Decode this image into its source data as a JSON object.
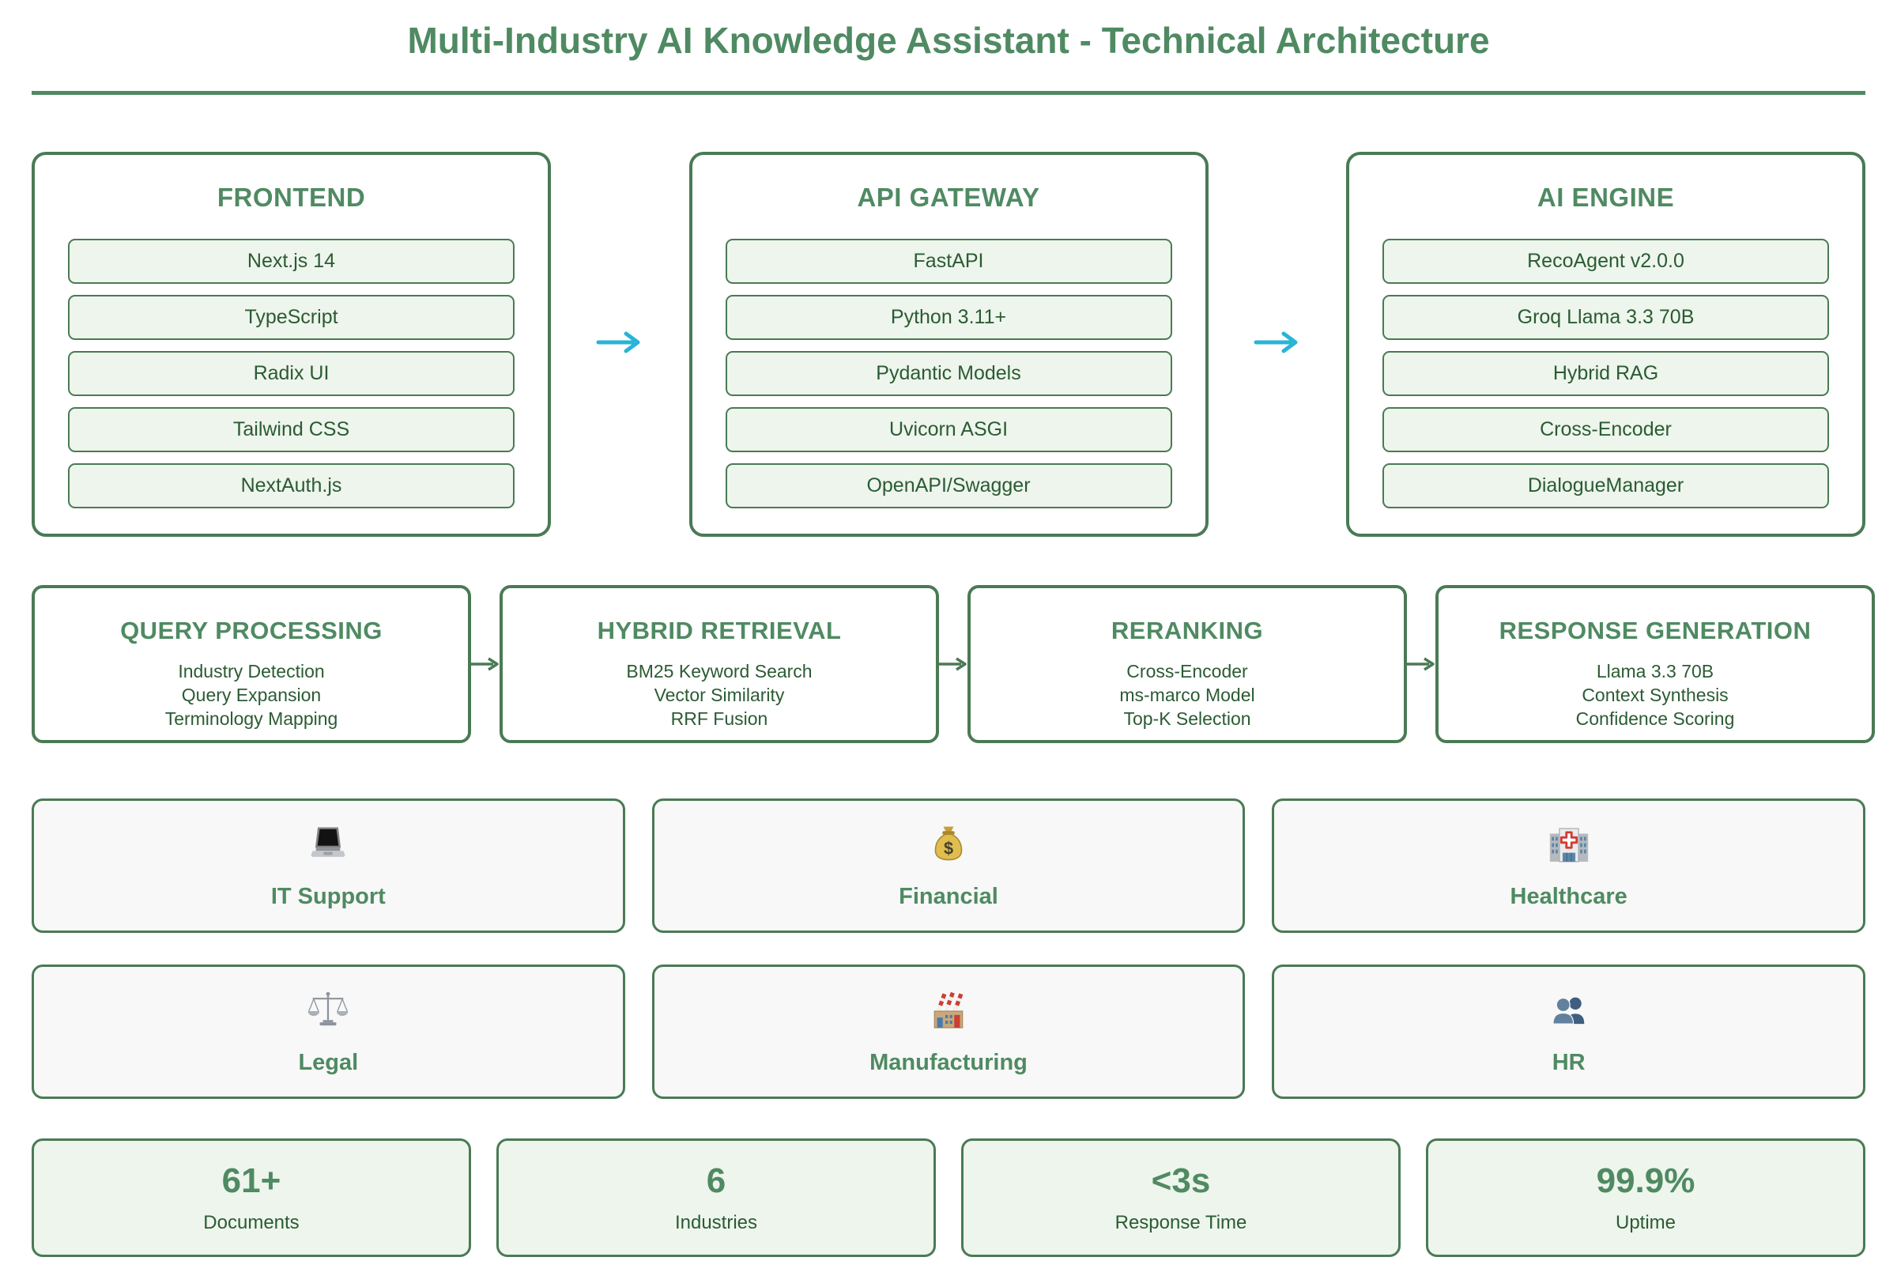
{
  "page": {
    "title": "Multi-Industry AI Knowledge Assistant - Technical Architecture"
  },
  "colors": {
    "accent_green": "#4f8a62",
    "border_green": "#4a7a55",
    "dark_green": "#2b5b33",
    "light_green_fill": "#edf5ec",
    "light_gray_fill": "#f7f8f7",
    "flow_arrow_cyan": "#29b4d6"
  },
  "stacks": [
    {
      "title": "FRONTEND",
      "items": [
        "Next.js 14",
        "TypeScript",
        "Radix UI",
        "Tailwind CSS",
        "NextAuth.js"
      ]
    },
    {
      "title": "API GATEWAY",
      "items": [
        "FastAPI",
        "Python 3.11+",
        "Pydantic Models",
        "Uvicorn ASGI",
        "OpenAPI/Swagger"
      ]
    },
    {
      "title": "AI ENGINE",
      "items": [
        "RecoAgent v2.0.0",
        "Groq Llama 3.3 70B",
        "Hybrid RAG",
        "Cross-Encoder",
        "DialogueManager"
      ]
    }
  ],
  "pipeline": [
    {
      "title": "QUERY PROCESSING",
      "lines": [
        "Industry Detection",
        "Query Expansion",
        "Terminology Mapping"
      ]
    },
    {
      "title": "HYBRID RETRIEVAL",
      "lines": [
        "BM25 Keyword Search",
        "Vector Similarity",
        "RRF Fusion"
      ]
    },
    {
      "title": "RERANKING",
      "lines": [
        "Cross-Encoder",
        "ms-marco Model",
        "Top-K Selection"
      ]
    },
    {
      "title": "RESPONSE GENERATION",
      "lines": [
        "Llama 3.3 70B",
        "Context Synthesis",
        "Confidence Scoring"
      ]
    }
  ],
  "industries": [
    {
      "label": "IT Support",
      "icon": "laptop-icon"
    },
    {
      "label": "Financial",
      "icon": "money-bag-icon"
    },
    {
      "label": "Healthcare",
      "icon": "hospital-icon"
    },
    {
      "label": "Legal",
      "icon": "balance-scale-icon"
    },
    {
      "label": "Manufacturing",
      "icon": "factory-icon"
    },
    {
      "label": "HR",
      "icon": "people-icon"
    }
  ],
  "stats": [
    {
      "value": "61+",
      "label": "Documents"
    },
    {
      "value": "6",
      "label": "Industries"
    },
    {
      "value": "<3s",
      "label": "Response Time"
    },
    {
      "value": "99.9%",
      "label": "Uptime"
    }
  ]
}
